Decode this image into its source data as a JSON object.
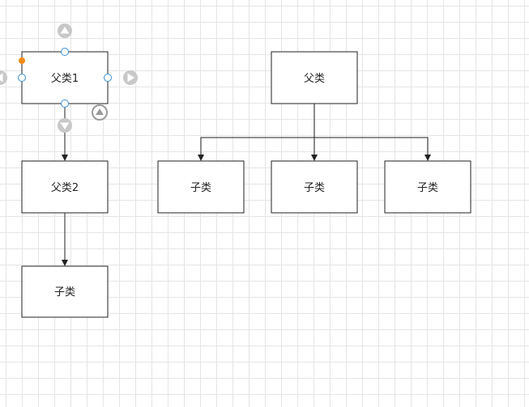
{
  "colors": {
    "grid": "#e5e5e5",
    "node_border": "#222222",
    "edge": "#222222",
    "selection_handle": "#3a8fd6",
    "rotate_handle": "#f08b16",
    "arrow_hint": "#c8c8c8"
  },
  "diagram": {
    "nodes": [
      {
        "id": "n1",
        "label": "父类1",
        "selected": true
      },
      {
        "id": "n2",
        "label": "父类2"
      },
      {
        "id": "n3",
        "label": "子类"
      },
      {
        "id": "n4",
        "label": "父类"
      },
      {
        "id": "n5",
        "label": "子类"
      },
      {
        "id": "n6",
        "label": "子类"
      },
      {
        "id": "n7",
        "label": "子类"
      }
    ],
    "edges": [
      {
        "from": "n1",
        "to": "n2"
      },
      {
        "from": "n2",
        "to": "n3"
      },
      {
        "from": "n4",
        "to": "n5"
      },
      {
        "from": "n4",
        "to": "n6"
      },
      {
        "from": "n4",
        "to": "n7"
      }
    ]
  },
  "icons": {
    "hover_arrows": [
      "arrow-up-icon",
      "arrow-right-icon",
      "arrow-down-icon",
      "arrow-left-icon"
    ],
    "rotate": "rotate-handle-icon"
  }
}
